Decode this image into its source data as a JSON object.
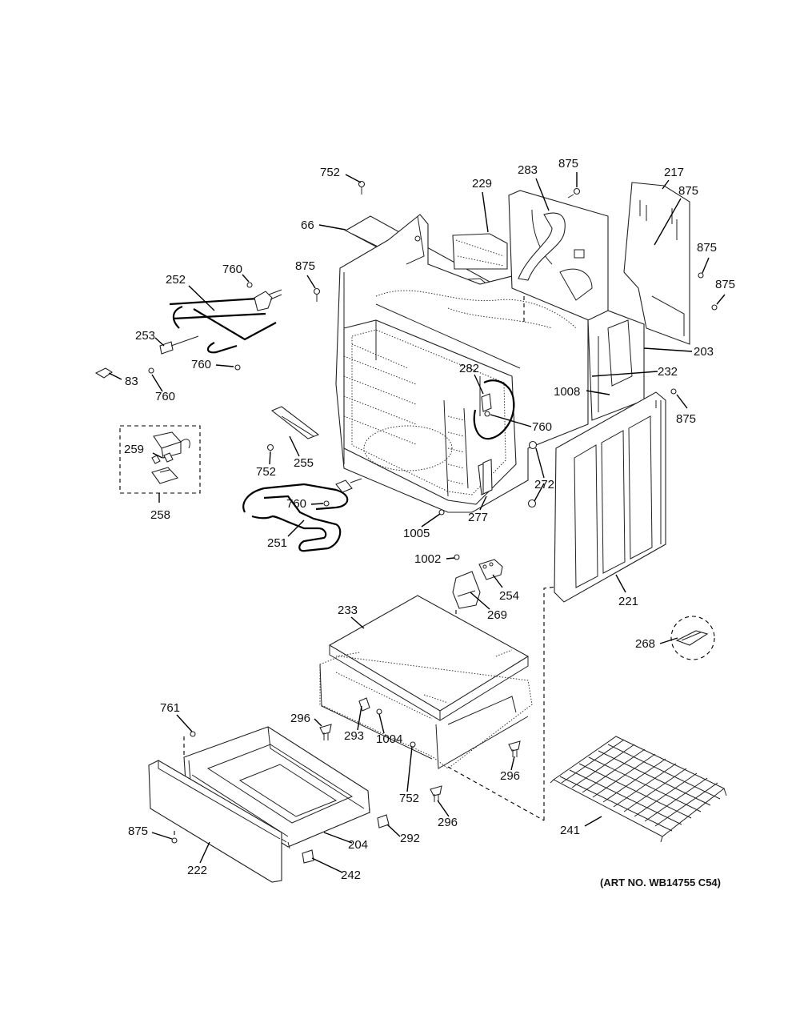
{
  "diagram": {
    "art_number": "(ART NO. WB14755 C54)",
    "callouts": [
      "752",
      "66",
      "875",
      "229",
      "283",
      "875",
      "217",
      "875",
      "875",
      "875",
      "760",
      "252",
      "253",
      "760",
      "83",
      "760",
      "203",
      "232",
      "282",
      "1008",
      "875",
      "760",
      "259",
      "258",
      "255",
      "752",
      "272",
      "277",
      "1005",
      "760",
      "251",
      "1002",
      "254",
      "269",
      "221",
      "233",
      "268",
      "761",
      "296",
      "293",
      "1004",
      "296",
      "752",
      "296",
      "875",
      "222",
      "204",
      "292",
      "242",
      "241"
    ]
  }
}
